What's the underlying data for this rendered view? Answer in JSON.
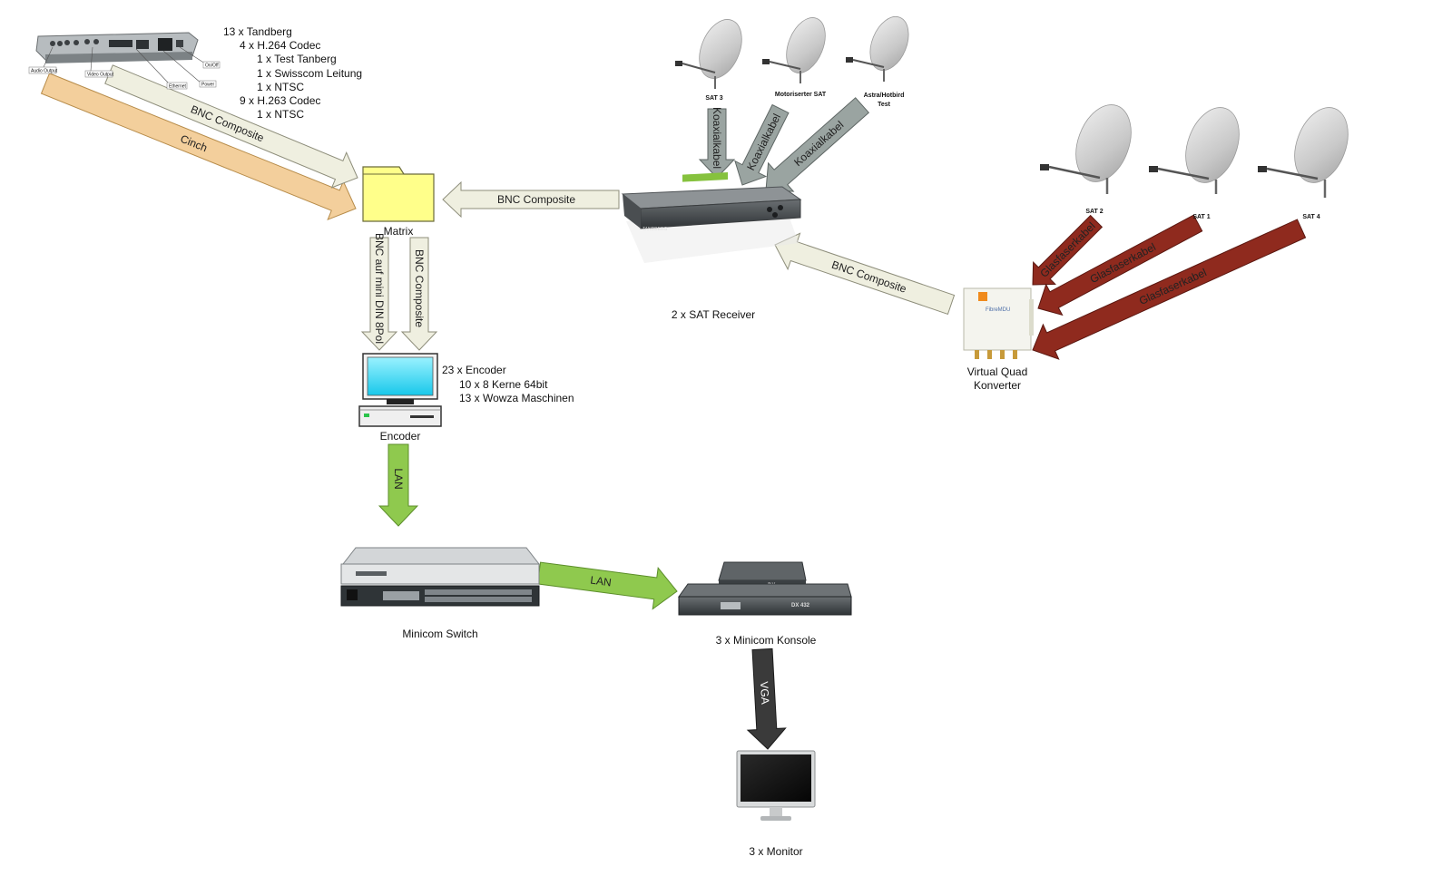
{
  "colors": {
    "bnc_arrow": "#efefe0",
    "cinch_arrow": "#f3cf9c",
    "coax_arrow": "#9aa4a1",
    "fiber_arrow": "#8f2a1e",
    "lan_arrow": "#8fc94e",
    "vga_arrow": "#3a3a3a",
    "matrix_folder": "#ffff8a"
  },
  "tandberg": {
    "spec_lines": [
      "13 x Tandberg",
      "4 x H.264 Codec",
      "1 x Test Tanberg",
      "1 x Swisscom Leitung",
      "1 x NTSC",
      "9 x H.263 Codec",
      "1 x NTSC"
    ],
    "callouts": [
      "Audio Output",
      "Video Output",
      "Ethernet",
      "Power",
      "On/Off"
    ]
  },
  "matrix": {
    "label": "Matrix"
  },
  "sat_receiver": {
    "label": "2 x SAT Receiver",
    "brand": "TANDBERG"
  },
  "dishes_top": [
    "SAT 3",
    "Motoriserter SAT",
    "Astra/Hotbird",
    "Test"
  ],
  "dishes_right": [
    "SAT 2",
    "SAT 1",
    "SAT 4"
  ],
  "quad_converter": {
    "label_line1": "Virtual Quad",
    "label_line2": "Konverter",
    "product_name": "FibreMDU"
  },
  "encoder": {
    "label": "Encoder",
    "spec_lines": [
      "23 x Encoder",
      "10 x 8 Kerne 64bit",
      "13 x Wowza Maschinen"
    ]
  },
  "switch": {
    "label": "Minicom Switch"
  },
  "konsole": {
    "label": "3 x Minicom Konsole",
    "model_top": "DX",
    "model_bottom": "DX 432"
  },
  "monitor": {
    "label": "3 x Monitor"
  },
  "arrows": {
    "bnc_composite_tandberg": "BNC Composite",
    "cinch": "Cinch",
    "bnc_composite_receiver": "BNC Composite",
    "bnc_composite_converter": "BNC Composite",
    "bnc_mini_din": "BNC auf mini DIN 8Pol",
    "bnc_composite_down": "BNC Composite",
    "koax_1": "Koaxialkabel",
    "koax_2": "Koaxialkabel",
    "koax_3": "Koaxialkabel",
    "fiber_1": "Glasfaserkabel",
    "fiber_2": "Glasfaserkabel",
    "fiber_3": "Glasfaserkabel",
    "lan_down": "LAN",
    "lan_right": "LAN",
    "vga": "VGA"
  }
}
